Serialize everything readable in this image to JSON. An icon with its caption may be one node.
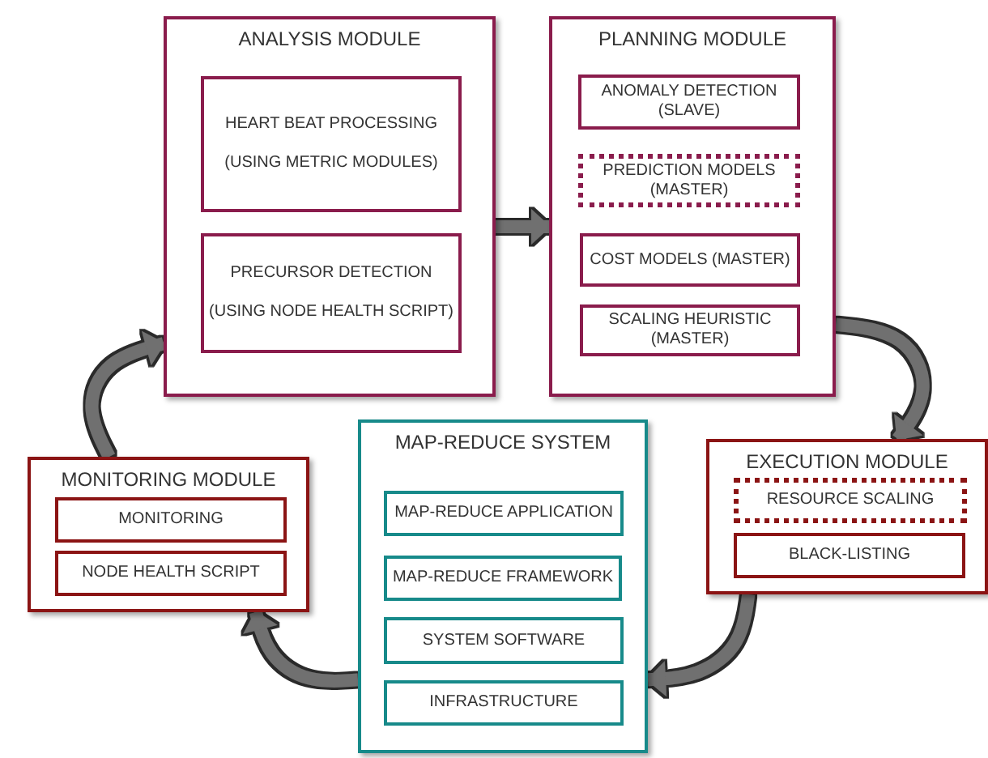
{
  "diagram": {
    "nodes": [
      {
        "text": [
          "ANALYSIS MODULE"
        ]
      },
      {
        "text": [
          "HEART BEAT PROCESSING",
          "(USING METRIC MODULES)"
        ],
        "in": 0
      },
      {
        "text": [
          "PRECURSOR DETECTION",
          "(USING NODE HEALTH SCRIPT)"
        ],
        "in": 0
      },
      {
        "text": [
          "PLANNING MODULE"
        ]
      },
      {
        "text": [
          "ANOMALY DETECTION (SLAVE)"
        ],
        "in": 3
      },
      {
        "text": [
          "PREDICTION MODELS (MASTER)"
        ],
        "in": 3
      },
      {
        "text": [
          "COST MODELS (MASTER)"
        ],
        "in": 3
      },
      {
        "text": [
          "SCALING HEURISTIC (MASTER)"
        ],
        "in": 3
      },
      {
        "text": [
          "MONITORING MODULE"
        ]
      },
      {
        "text": [
          "MONITORING"
        ],
        "in": 8
      },
      {
        "text": [
          "NODE HEALTH SCRIPT"
        ],
        "in": 8
      },
      {
        "text": [
          "MAP-REDUCE SYSTEM"
        ]
      },
      {
        "text": [
          "MAP-REDUCE APPLICATION"
        ],
        "in": 11
      },
      {
        "text": [
          "MAP-REDUCE FRAMEWORK"
        ],
        "in": 11
      },
      {
        "text": [
          "SYSTEM SOFTWARE"
        ],
        "in": 11
      },
      {
        "text": [
          "INFRASTRUCTURE"
        ],
        "in": 11
      },
      {
        "text": [
          "EXECUTION MODULE"
        ]
      },
      {
        "text": [
          "RESOURCE SCALING"
        ],
        "in": 16
      },
      {
        "text": [
          "BLACK-LISTING"
        ],
        "in": 16
      }
    ],
    "edges": [
      {
        "from": 0,
        "to": 3,
        "arrow": "to"
      },
      {
        "from": 3,
        "to": 16,
        "arrow": "to"
      },
      {
        "from": 16,
        "to": 11,
        "arrow": "to"
      },
      {
        "from": 11,
        "to": 8,
        "arrow": "to"
      },
      {
        "from": 8,
        "to": 0,
        "arrow": "to"
      }
    ]
  }
}
